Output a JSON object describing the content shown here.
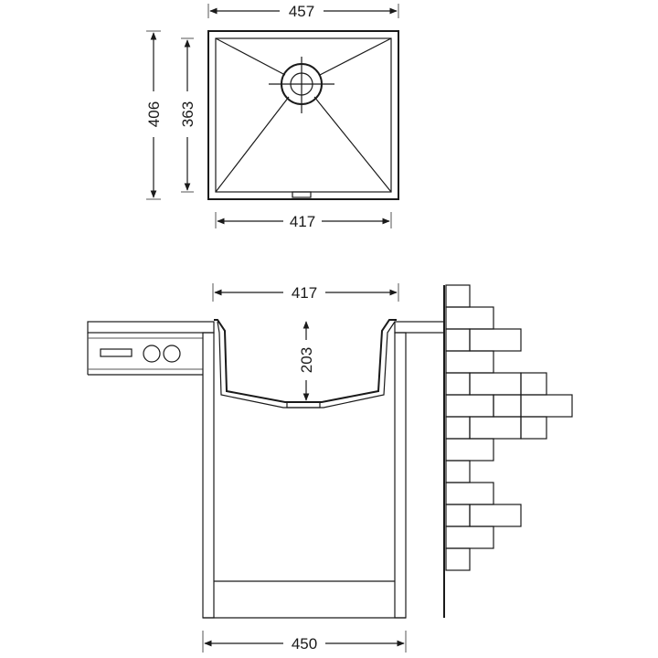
{
  "diagram": {
    "top_view": {
      "outer_width": "457",
      "inner_width": "417",
      "outer_depth": "406",
      "inner_depth": "363"
    },
    "section_view": {
      "bowl_width": "417",
      "bowl_depth": "203",
      "cabinet_width": "450"
    },
    "colors": {
      "line": "#1a1a1a",
      "background": "#ffffff"
    }
  }
}
